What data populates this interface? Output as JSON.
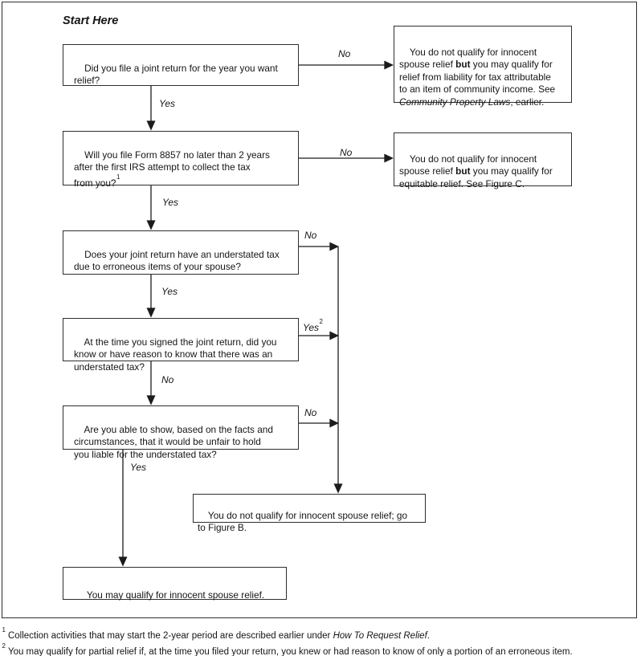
{
  "title": "Start Here",
  "boxes": {
    "q1": {
      "text": "Did you file a joint return for the year you want\nrelief?"
    },
    "q2": {
      "text": "Will you file Form 8857 no later than 2 years\nafter the first IRS attempt to collect the tax\nfrom you?",
      "footnote_ref": "1"
    },
    "q3": {
      "text": "Does your joint return have an understated tax\ndue to erroneous items of your spouse?"
    },
    "q4": {
      "text": "At the time you signed the joint return, did you\nknow or have reason to know that there was an\nunderstated tax?"
    },
    "q5": {
      "text": "Are you able to show, based on the facts and\ncircumstances, that it would be unfair to hold\nyou liable for the understated tax?"
    },
    "no_community": {
      "part1": "You do not qualify for innocent\nspouse relief ",
      "bold": "but",
      "part2": " you may qualify for\nrelief from liability for tax attributable\nto an item of community income. See\n",
      "italic": "Community Property Laws",
      "part3": ", earlier."
    },
    "no_equitable": {
      "part1": "You do not qualify for innocent\nspouse relief ",
      "bold": "but",
      "part2": " you may qualify for\nequitable relief. See Figure C."
    },
    "no_figure_b": {
      "text": "You do not qualify for innocent spouse relief; go\nto Figure B."
    },
    "qualify": {
      "text": "You may qualify for innocent spouse relief."
    }
  },
  "connectors": {
    "q1_no": "No",
    "q1_yes": "Yes",
    "q2_no": "No",
    "q2_yes": "Yes",
    "q3_no": "No",
    "q3_yes": "Yes",
    "q4_yes": "Yes",
    "q4_yes_sup": "2",
    "q4_no": "No",
    "q5_no": "No",
    "q5_yes": "Yes"
  },
  "footnotes": [
    {
      "ref": "1",
      "text": "Collection activities that may start the 2-year period are described earlier under ",
      "italic": "How To Request Relief",
      "tail": "."
    },
    {
      "ref": "2",
      "text": "You may qualify for partial relief if, at the time you filed your return, you knew or had reason to know of only a portion of an erroneous item.",
      "italic": "",
      "tail": ""
    }
  ]
}
